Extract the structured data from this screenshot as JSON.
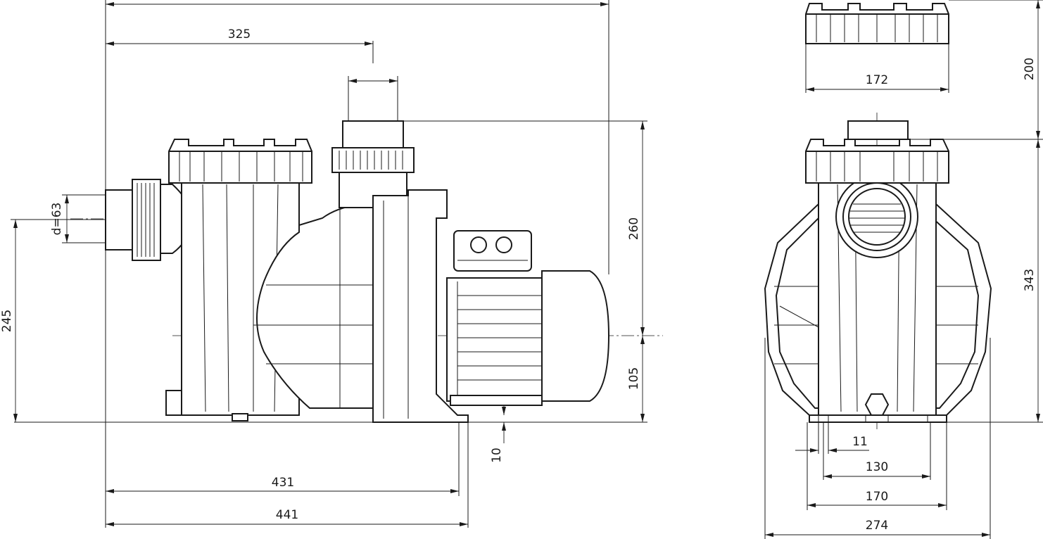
{
  "drawing": {
    "side_view": {
      "dim_outlet_position": "325",
      "dim_inlet_diameter": "d=63",
      "dim_inlet_height": "245",
      "dim_outlet_height": "260",
      "dim_axis_height": "105",
      "dim_base_clearance": "10",
      "dim_length_base": "431",
      "dim_length_total": "441"
    },
    "front_view": {
      "dim_lid_width": "172",
      "dim_lid_clearance": "200",
      "dim_total_height": "343",
      "dim_hole_diameter": "11",
      "dim_hole_spacing": "130",
      "dim_base_width": "170",
      "dim_total_width": "274"
    }
  }
}
